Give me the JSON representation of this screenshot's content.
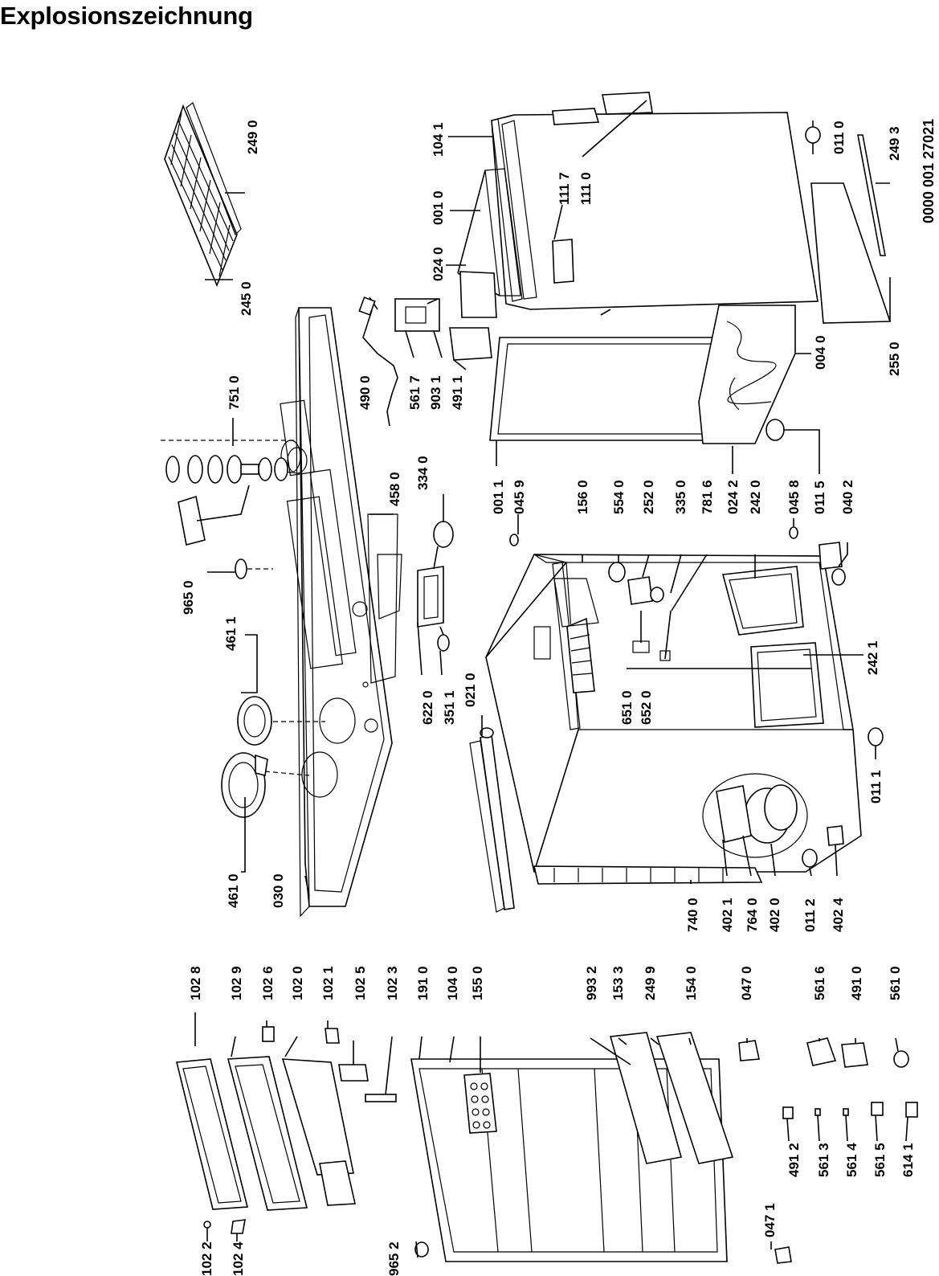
{
  "title": "Explosionszeichnung",
  "document_number": "0000 001 27021",
  "part_labels": {
    "p2490": "249 0",
    "p2450": "245 0",
    "p7510": "751 0",
    "p4580": "458 0",
    "p3340": "334 0",
    "p9650": "965 0",
    "p4611": "461 1",
    "p4610": "461 0",
    "p0300": "030 0",
    "p6220": "622 0",
    "p3511": "351 1",
    "p0210": "021 0",
    "p4900": "490 0",
    "p5617": "561 7",
    "p9031": "903 1",
    "p4911": "491 1",
    "p0011": "001 1",
    "p0240": "024 0",
    "p0010": "001 0",
    "p1041": "104 1",
    "p1117": "111 7",
    "p1110": "111 0",
    "p0040": "004 0",
    "p2550": "255 0",
    "p2493": "249 3",
    "p0110": "011 0",
    "p0242": "024 2",
    "p0115": "011 5",
    "p0459": "045 9",
    "p1560": "156 0",
    "p5540": "554 0",
    "p2520": "252 0",
    "p3350": "335 0",
    "p7816": "781 6",
    "p2420": "242 0",
    "p0458": "045 8",
    "p0402": "040 2",
    "p2421": "242 1",
    "p6510": "651 0",
    "p6520": "652 0",
    "p0111": "011 1",
    "p7400": "740 0",
    "p4021": "402 1",
    "p7640": "764 0",
    "p4020": "402 0",
    "p0112": "011 2",
    "p4024": "402 4",
    "p1028": "102 8",
    "p1029": "102 9",
    "p1026": "102 6",
    "p1020": "102 0",
    "p1021": "102 1",
    "p1025": "102 5",
    "p1023": "102 3",
    "p1910": "191 0",
    "p1040": "104 0",
    "p1550": "155 0",
    "p9932": "993 2",
    "p1533": "153 3",
    "p2499": "249 9",
    "p1540": "154 0",
    "p0470": "047 0",
    "p5616": "561 6",
    "p4910": "491 0",
    "p5610": "561 0",
    "p1022": "102 2",
    "p1024": "102 4",
    "p9652": "965 2",
    "p0471": "047 1",
    "p4912": "491 2",
    "p5613": "561 3",
    "p5614": "561 4",
    "p5615": "561 5",
    "p6141": "614 1"
  }
}
